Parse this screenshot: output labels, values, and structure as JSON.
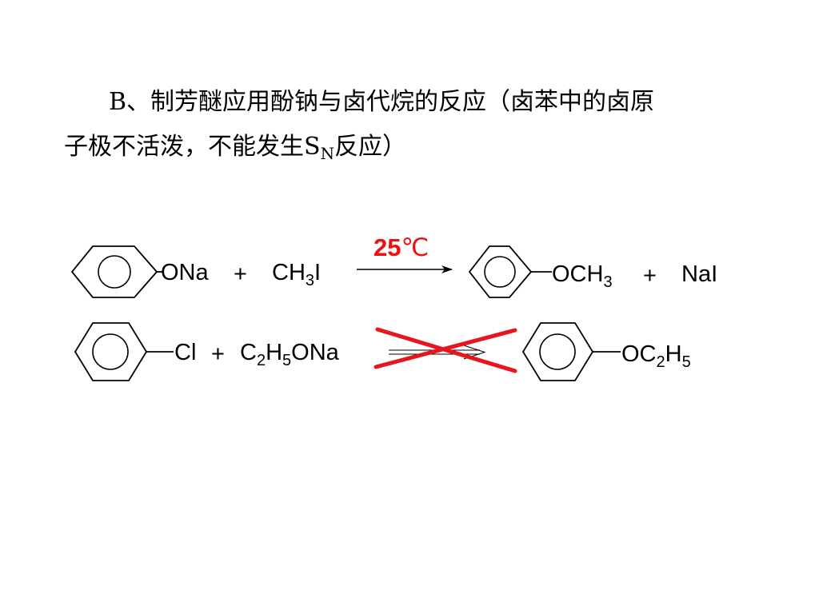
{
  "paragraph": {
    "line1": "B、制芳醚应用酚钠与卤代烷的反应（卤苯中的卤原",
    "line2_pre": "子极不活泼，不能发生S",
    "line2_sub": "N",
    "line2_post": "反应）"
  },
  "reaction1": {
    "reactant1": "ONa",
    "plus1": "+",
    "reactant2_main": "CH",
    "reactant2_sub": "3",
    "reactant2_tail": "I",
    "condition_number": "25",
    "condition_unit": "℃",
    "product1_main": "OCH",
    "product1_sub": "3",
    "plus2": "+",
    "product2": "NaI"
  },
  "reaction2": {
    "reactant1": "Cl",
    "plus1": "+",
    "reactant2": {
      "c": "C",
      "c_sub": "2",
      "h": "H",
      "h_sub": "5",
      "tail": "ONa"
    },
    "product": {
      "main": "OC",
      "c_sub": "2",
      "h": "H",
      "h_sub": "5"
    }
  },
  "colors": {
    "condition": "#ee1111",
    "cross": "#e8141e",
    "ink": "#000000"
  }
}
